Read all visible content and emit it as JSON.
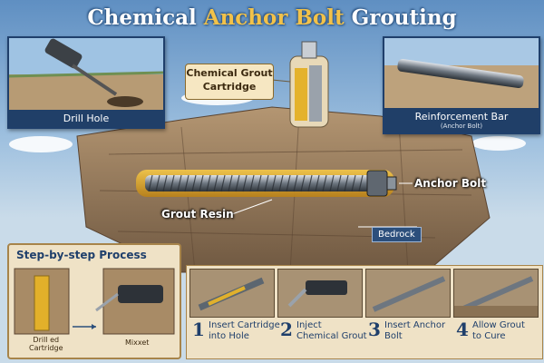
{
  "title": {
    "part1": "Chemical ",
    "part2": "Anchor Bolt",
    "part3": " Grouting"
  },
  "panels": {
    "drill_hole": "Drill Hole",
    "reinforcement_title": "Reinforcement Bar",
    "reinforcement_sub": "(Anchor Bolt)"
  },
  "callouts": {
    "cartridge_line1": "Chemical Grout",
    "cartridge_line2": "Cartridge",
    "anchor_bolt": "Anchor Bolt",
    "grout_resin": "Grout Resin",
    "bedrock": "Bedrock"
  },
  "process": {
    "title": "Step-by-step Process",
    "drilled_cartridge_line1": "Drill ed",
    "drilled_cartridge_line2": "Cartridge",
    "mixer": "Mixxet"
  },
  "steps": [
    {
      "num": "1",
      "line1": "Insert Cartridge",
      "line2": "into Hole"
    },
    {
      "num": "2",
      "line1": "Inject",
      "line2": "Chemical Grout"
    },
    {
      "num": "3",
      "line1": "Insert Anchor",
      "line2": "Bolt"
    },
    {
      "num": "4",
      "line1": "Allow Grout",
      "line2": "to Cure"
    }
  ],
  "colors": {
    "navy": "#1f3f6b",
    "gold": "#f2c24a",
    "grout": "#d9a21c",
    "rock": "#9a7c58"
  }
}
